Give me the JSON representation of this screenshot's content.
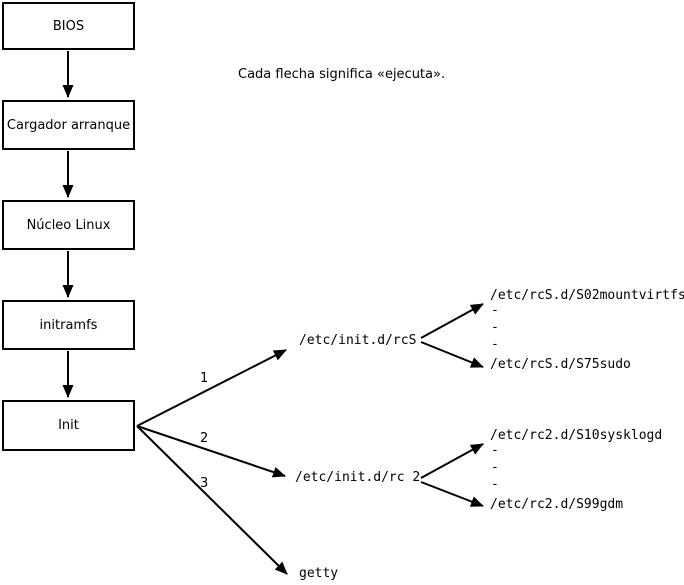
{
  "note": "Cada flecha significa «ejecuta».",
  "colors": {
    "ink": "#000000",
    "background": "#ffffff"
  },
  "boxes": [
    {
      "label": "BIOS"
    },
    {
      "label": "Cargador arranque"
    },
    {
      "label": "Núcleo Linux"
    },
    {
      "label": "initramfs"
    },
    {
      "label": "Init"
    }
  ],
  "branch_labels": [
    "1",
    "2",
    "3"
  ],
  "targets": {
    "rcS": {
      "label": "/etc/init.d/rcS",
      "scripts": [
        "/etc/rcS.d/S02mountvirtfs",
        "-",
        "-",
        "-",
        "/etc/rcS.d/S75sudo"
      ]
    },
    "rc2": {
      "label": "/etc/init.d/rc 2",
      "scripts": [
        "/etc/rc2.d/S10sysklogd",
        "-",
        "-",
        "-",
        "/etc/rc2.d/S99gdm"
      ]
    },
    "getty": {
      "label": "getty"
    }
  }
}
